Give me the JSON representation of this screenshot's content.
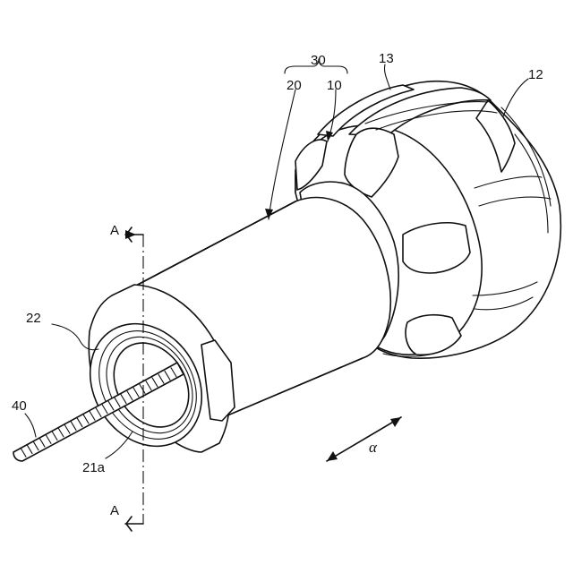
{
  "labels": {
    "l30": "30",
    "l13": "13",
    "l20": "20",
    "l10": "10",
    "l12": "12",
    "lA_top": "A",
    "lA_bottom": "A",
    "l22": "22",
    "l40": "40",
    "l21a": "21a",
    "alpha": "α"
  }
}
